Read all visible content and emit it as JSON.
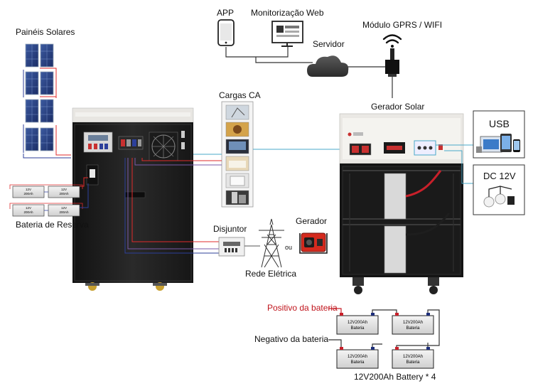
{
  "labels": {
    "solar_panels": "Painéis Solares",
    "app": "APP",
    "web_monitoring": "Monitorização Web",
    "server": "Servidor",
    "gprs_wifi": "Módulo GPRS / WIFI",
    "ac_loads": "Cargas CA",
    "solar_generator": "Gerador Solar",
    "usb": "USB",
    "dc12v": "DC 12V",
    "backup_battery": "Bateria de Reserva",
    "breaker": "Disjuntor",
    "generator": "Gerador",
    "or": "ou",
    "grid": "Rede Elétrica",
    "battery_positive": "Positivo da bateria",
    "battery_negative": "Negativo da bateria",
    "battery_bank": "12V200Ah Battery * 4"
  },
  "batteries": {
    "model": "12V200Ah",
    "label": "Bateria"
  },
  "small_batteries": {
    "model": "12V",
    "capacity": "200Ah"
  },
  "colors": {
    "dc_positive": "#e02b2b",
    "dc_negative": "#2c3f9a",
    "signal": "#4aa8c8",
    "ac_wire": "#7a5aa8",
    "cabinet": "#1e1e1e",
    "cabinet_top": "#e8e6e2",
    "positive_label": "#c0141c"
  }
}
